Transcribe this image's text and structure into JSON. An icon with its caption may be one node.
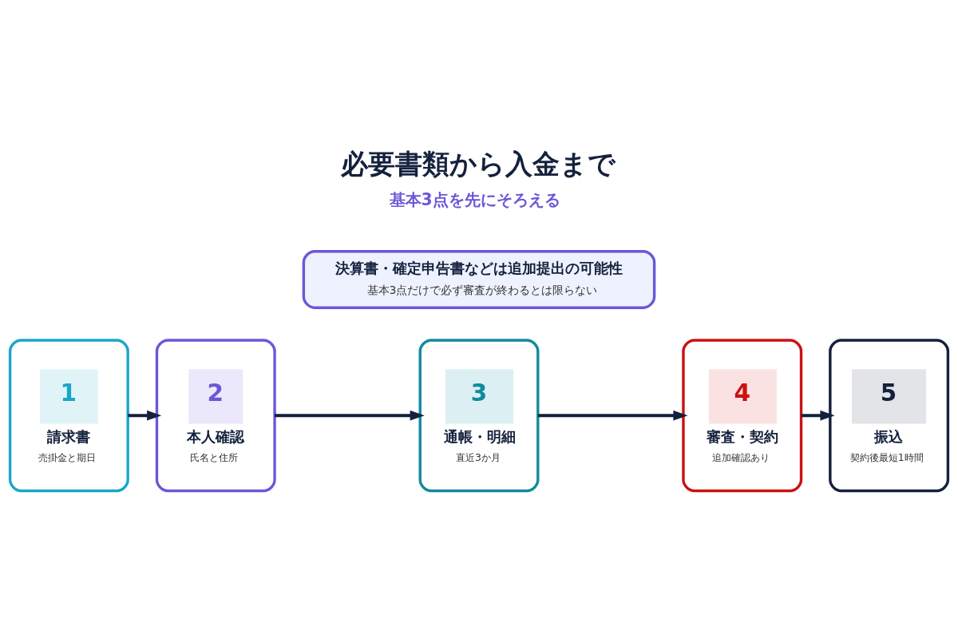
{
  "diagram": {
    "title": "必要書類から入金まで",
    "nodes": [
      {
        "text": [
          "1",
          "請求書",
          "売掛金と期日"
        ]
      },
      {
        "text": [
          "2",
          "本人確認",
          "氏名と住所"
        ]
      },
      {
        "text": [
          "3",
          "通帳・明細",
          "直近3か月"
        ]
      },
      {
        "text": [
          "4",
          "審査・契約",
          "追加確認あり"
        ]
      },
      {
        "text": [
          "5",
          "振込",
          "契約後最短1時間"
        ]
      },
      {
        "text": [
          "決算書・確定申告書などは追加提出の可能性",
          "基本3点だけで必ず審査が終わるとは限らない"
        ]
      }
    ],
    "edges": [
      {
        "from": 0,
        "to": 1,
        "arrow": "to"
      },
      {
        "from": 1,
        "to": 2,
        "arrow": "to"
      },
      {
        "from": 2,
        "to": 3,
        "arrow": "to"
      },
      {
        "from": 3,
        "to": 4,
        "arrow": "to"
      }
    ],
    "labels": [
      "基本3点を先にそろえる"
    ]
  }
}
